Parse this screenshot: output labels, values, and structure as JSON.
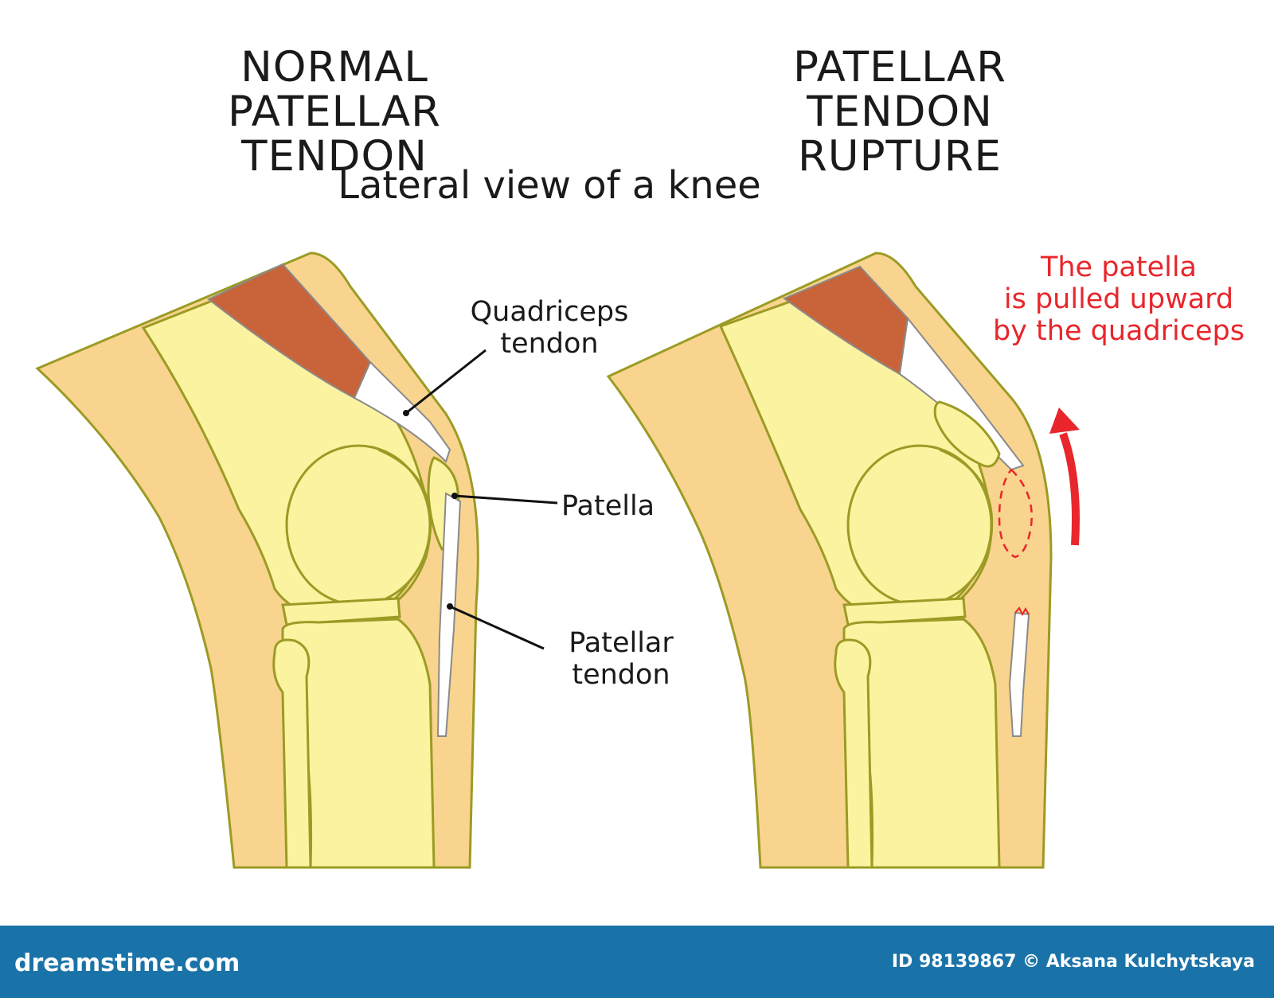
{
  "titles": {
    "left": [
      "NORMAL",
      "PATELLAR TENDON"
    ],
    "right": [
      "PATELLAR TENDON",
      "RUPTURE"
    ],
    "subtitle": "Lateral view of a knee"
  },
  "labels": {
    "quadriceps_tendon": [
      "Quadriceps",
      "tendon"
    ],
    "patella": "Patella",
    "patellar_tendon": [
      "Patellar",
      "tendon"
    ]
  },
  "annotation": [
    "The patella",
    "is pulled upward",
    "by the quadriceps"
  ],
  "footer": {
    "brand": "dreamstime.com",
    "credit": "ID 98139867 © Aksana Kulchytskaya"
  },
  "colors": {
    "skin": "#f9d48e",
    "bone": "#fbf3a0",
    "muscle": "#c9643a",
    "outline": "#9b9b25",
    "tendon": "#ffffff",
    "annotation_red": "#e8262b",
    "footer_bg": "#1a73a8"
  }
}
